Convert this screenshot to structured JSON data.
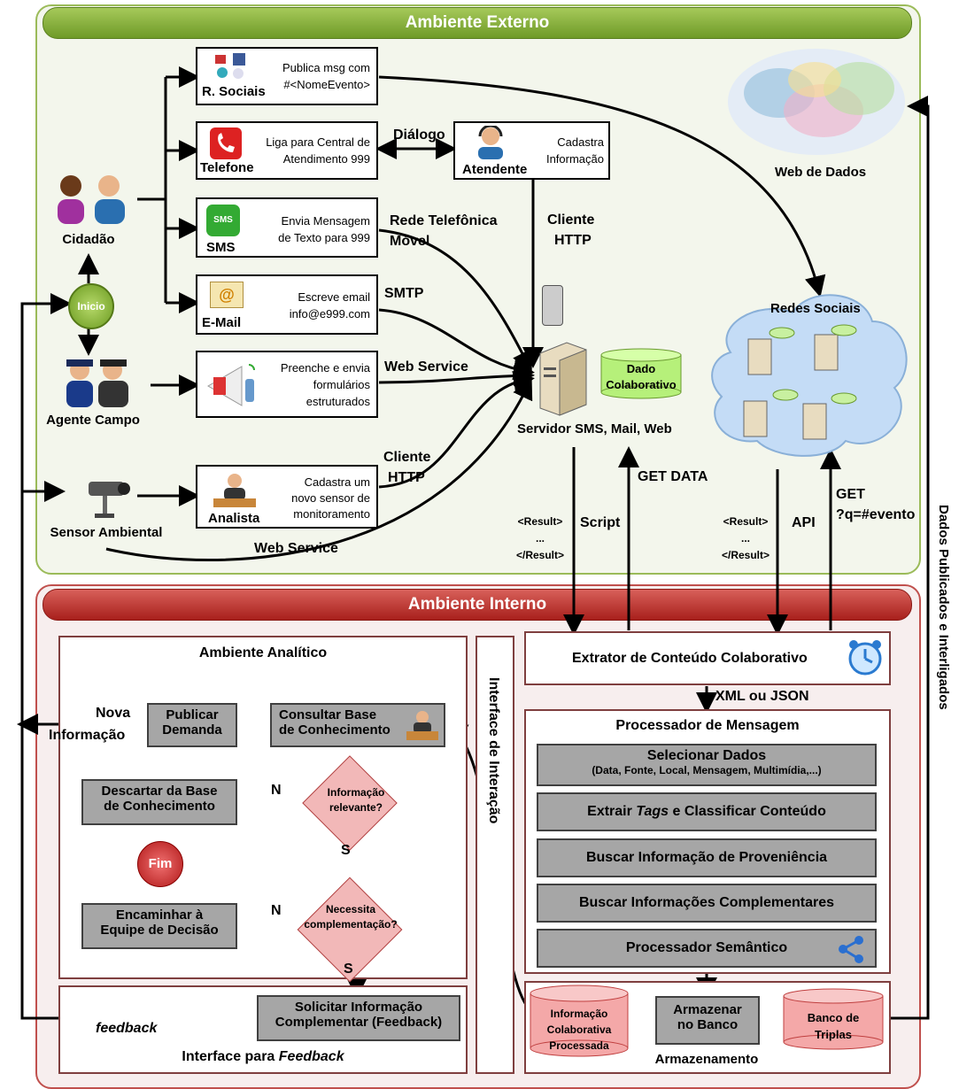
{
  "external": {
    "title": "Ambiente Externo",
    "actors": {
      "citizen": "Cidadão",
      "start": "Inicio",
      "field_agent": "Agente Campo",
      "sensor": "Sensor Ambiental"
    },
    "channels": {
      "social": {
        "label": "R. Sociais",
        "text1": "Publica msg  com",
        "text2": "#<NomeEvento>"
      },
      "phone": {
        "label": "Telefone",
        "text1": "Liga para Central de",
        "text2": "Atendimento  999"
      },
      "sms": {
        "label": "SMS",
        "text1": "Envia Mensagem",
        "text2": "de Texto para 999",
        "icon_text": "SMS"
      },
      "email": {
        "label": "E-Mail",
        "text1": "Escreve email",
        "text2": "info@e999.com"
      },
      "form": {
        "text1": "Preenche  e envia",
        "text2": "formulários",
        "text3": "estruturados"
      },
      "analyst": {
        "label": "Analista",
        "text1": "Cadastra um",
        "text2": "novo sensor de",
        "text3": "monitoramento"
      }
    },
    "attendant": {
      "label": "Atendente",
      "text1": "Cadastra",
      "text2": "Informação"
    },
    "edges": {
      "dialog": "Diálogo",
      "mobile1": "Rede Telefônica",
      "mobile2": "Móvel",
      "smtp": "SMTP",
      "ws1": "Web Service",
      "http1a": "Cliente",
      "http1b": "HTTP",
      "http2a": "Cliente",
      "http2b": "HTTP",
      "ws2": "Web Service"
    },
    "server": {
      "label": "Servidor SMS, Mail, Web",
      "db1": "Dado",
      "db2": "Colaborativo"
    },
    "web_of_data": "Web de Dados",
    "social_networks": "Redes Sociais"
  },
  "interface": {
    "get_data": "GET DATA",
    "script": "Script",
    "result_open": "<Result>",
    "result_dots": "...",
    "result_close": "</Result>",
    "api": "API",
    "get_q1": "GET",
    "get_q2": "?q=#evento",
    "published": "Dados Publicados  e Interligados"
  },
  "internal": {
    "title": "Ambiente Interno",
    "analytic": {
      "title": "Ambiente Analítico",
      "new_info1": "Nova",
      "new_info2": "Informação",
      "publish1": "Publicar",
      "publish2": "Demanda",
      "consult1": "Consultar Base",
      "consult2": "de Conhecimento",
      "discard1": "Descartar da Base",
      "discard2": "de Conhecimento",
      "relevant1": "Informação",
      "relevant2": "relevante?",
      "need1": "Necessita",
      "need2": "complementação?",
      "no1": "N",
      "no2": "N",
      "yes1": "S",
      "yes2": "S",
      "end": "Fim",
      "forward1": "Encaminhar à",
      "forward2": "Equipe de Decisão"
    },
    "feedback": {
      "label": "feedback",
      "request1": "Solicitar Informação",
      "request2": "Complementar (Feedback)",
      "title_a": "Interface para ",
      "title_b": "Feedback"
    },
    "interaction": "Interface de Interação",
    "extractor": "Extrator de Conteúdo Colaborativo",
    "xml_json": "XML ou JSON",
    "processor": {
      "title": "Processador  de Mensagem",
      "select1": "Selecionar Dados",
      "select2": "(Data, Fonte, Local, Mensagem, Multimídia,...)",
      "extract_a": "Extrair ",
      "extract_b": "Tags",
      "extract_c": " e Classificar  Conteúdo",
      "provenance": "Buscar  Informação  de Proveniência",
      "complement": "Buscar  Informações  Complementares",
      "semantic": "Processador  Semântico"
    },
    "storage": {
      "title": "Armazenamento",
      "store1": "Armazenar",
      "store2": "no Banco",
      "processed1": "Informação",
      "processed2": "Colaborativa",
      "processed3": "Processada",
      "triples1": "Banco de",
      "triples2": "Triplas"
    }
  },
  "colors": {
    "green": "#77a32e",
    "red": "#b0302c",
    "grey_box": "#a6a6a6",
    "pink": "#f4b6b6"
  }
}
